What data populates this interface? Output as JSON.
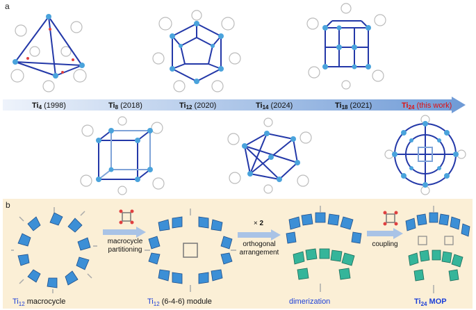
{
  "panel_a": {
    "letter": "a",
    "timeline": [
      {
        "base": "Ti",
        "sub": "4",
        "year": "(1998)"
      },
      {
        "base": "Ti",
        "sub": "8",
        "year": "(2018)"
      },
      {
        "base": "Ti",
        "sub": "12",
        "year": "(2020)"
      },
      {
        "base": "Ti",
        "sub": "14",
        "year": "(2024)"
      },
      {
        "base": "Ti",
        "sub": "18",
        "year": "(2021)"
      },
      {
        "base": "Ti",
        "sub": "24",
        "year": "(this work)"
      }
    ],
    "highlight_color": "#e01010"
  },
  "panel_b": {
    "letter": "b",
    "captions": {
      "c1_base": "Ti",
      "c1_sub": "12",
      "c1_rest": " macrocycle",
      "c2_base": "Ti",
      "c2_sub": "12",
      "c2_rest": " (6-4-6) module",
      "c3": "dimerization",
      "c4_base": "Ti",
      "c4_sub": "24",
      "c4_rest": " MOP"
    },
    "steps": {
      "s1_line1": "macrocycle",
      "s1_line2": "partitioning",
      "s2_mult": "× ",
      "s2_num": "2",
      "s2_line1": "orthogonal",
      "s2_line2": "arrangement",
      "s3": "coupling"
    },
    "colors": {
      "caption": "#1c3fd8",
      "background": "#fbefd6",
      "polyhedron_blue": "#3c8fd6",
      "polyhedron_green": "#35b59a"
    }
  }
}
